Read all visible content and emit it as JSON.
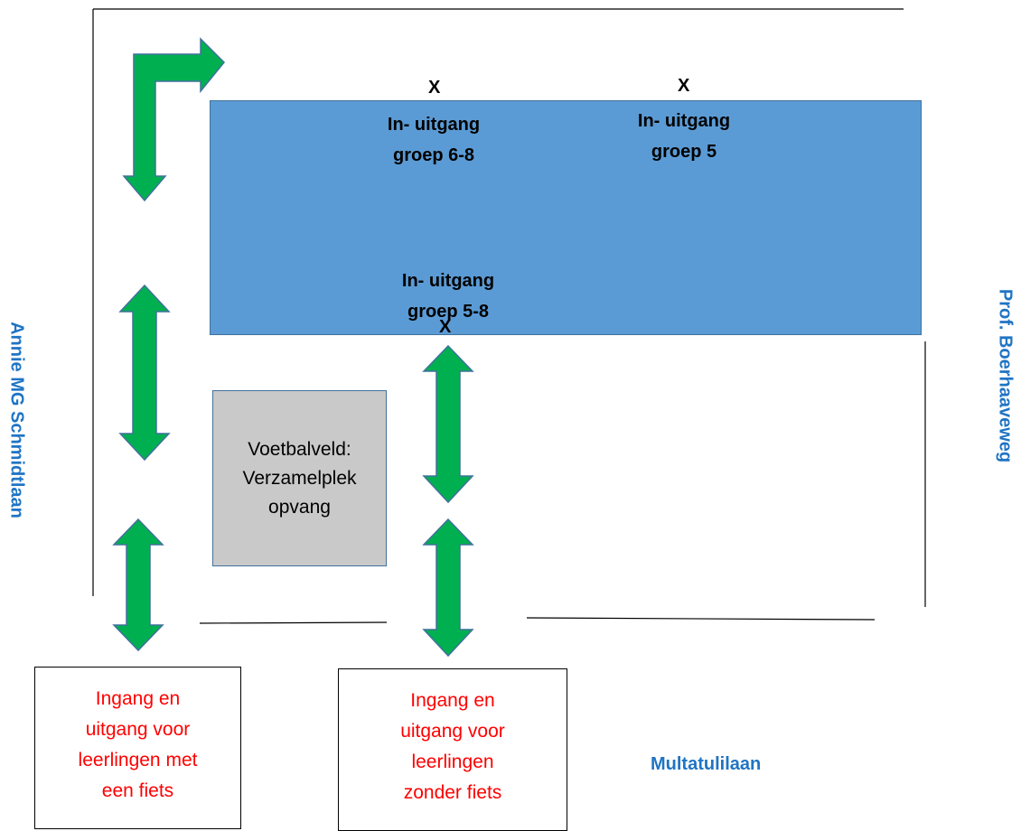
{
  "building": {
    "entrance_top_left": {
      "line1": "In- uitgang",
      "line2": "groep 6-8",
      "marker": "X"
    },
    "entrance_top_right": {
      "line1": "In- uitgang",
      "line2": "groep 5",
      "marker": "X"
    },
    "entrance_bottom": {
      "line1": "In- uitgang",
      "line2": "groep 5-8",
      "marker": "X"
    },
    "fill_color": "#5b9bd5"
  },
  "field": {
    "line1": "Voetbalveld:",
    "line2": "Verzamelplek",
    "line3": "opvang",
    "fill_color": "#c9c9c9"
  },
  "entries": {
    "bike": {
      "line1": "Ingang en",
      "line2": "uitgang voor",
      "line3": "leerlingen met",
      "line4": "een fiets"
    },
    "no_bike": {
      "line1": "Ingang en",
      "line2": "uitgang voor",
      "line3": "leerlingen",
      "line4": "zonder fiets"
    },
    "text_color": "#ff0000"
  },
  "streets": {
    "left": "Annie MG Schmidtlaan",
    "right": "Prof. Boerhaaveweg",
    "bottom": "Multatulilaan",
    "color": "#1f74c4"
  },
  "arrows": {
    "color": "#00b050",
    "outline_color": "#41719c",
    "icons": [
      "bent-arrow-icon",
      "double-arrow-icon"
    ]
  }
}
